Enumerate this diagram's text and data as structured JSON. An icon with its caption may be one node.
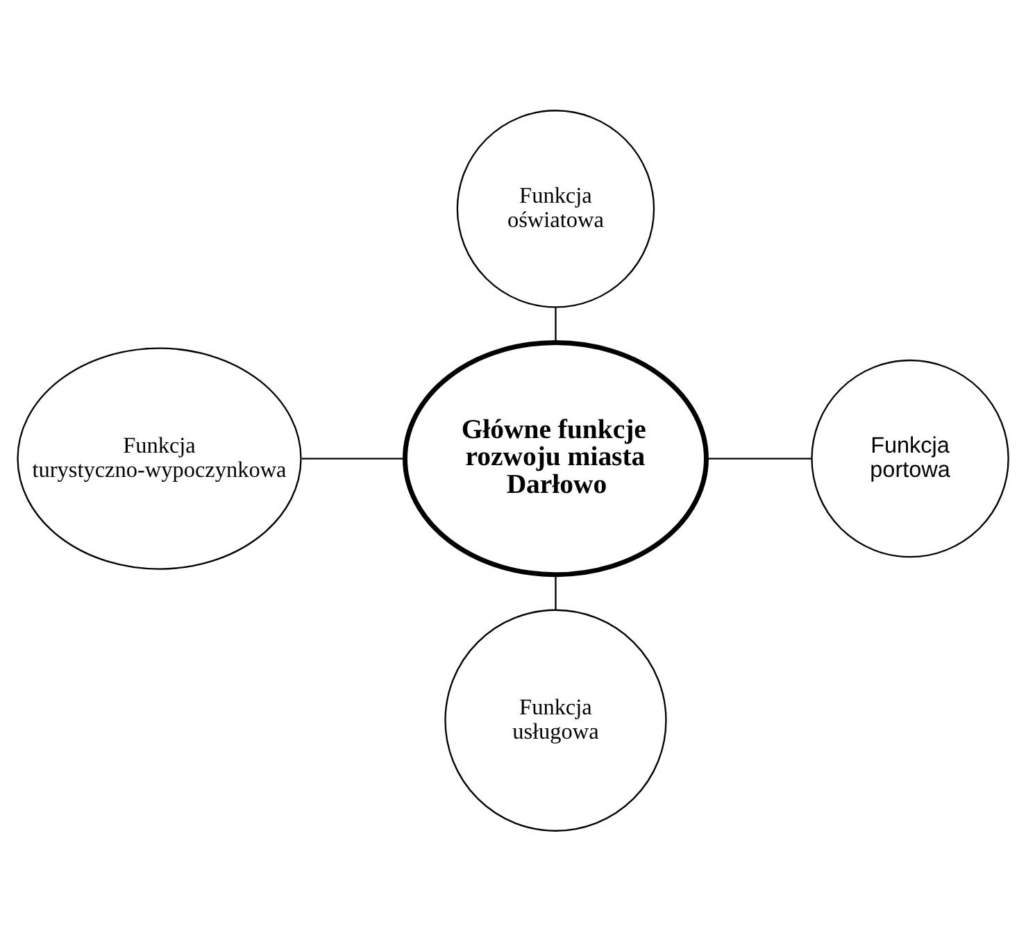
{
  "diagram": {
    "nodes": [
      {
        "text": [
          "Funkcja oświatowa"
        ]
      },
      {
        "text": [
          "Funkcja turystyczno-wypoczynkowa"
        ]
      },
      {
        "text": [
          "Główne funkcje rozwoju miasta Darłowo"
        ]
      },
      {
        "text": [
          "Funkcja portowa"
        ]
      },
      {
        "text": [
          "Funkcja usługowa"
        ]
      }
    ],
    "edges": [
      {
        "from": 2,
        "to": 0,
        "arrow": "none"
      },
      {
        "from": 2,
        "to": 1,
        "arrow": "none"
      },
      {
        "from": 2,
        "to": 3,
        "arrow": "none"
      },
      {
        "from": 2,
        "to": 4,
        "arrow": "none"
      }
    ]
  }
}
